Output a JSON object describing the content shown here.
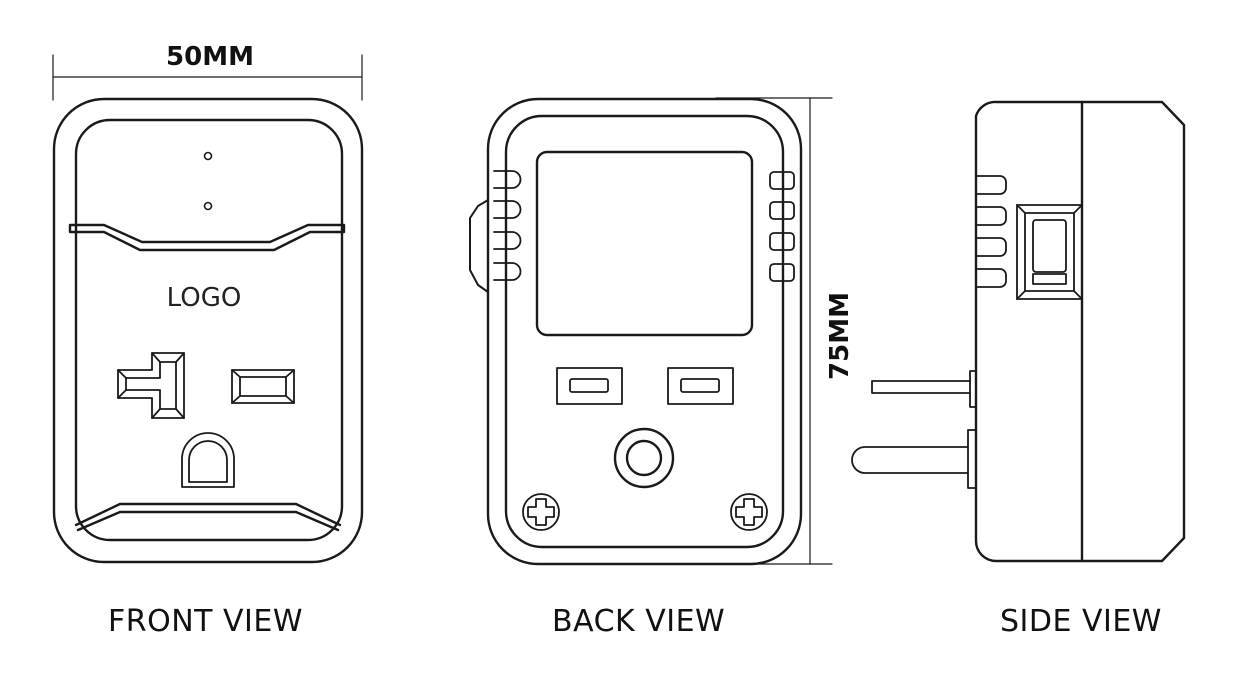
{
  "dimensions": {
    "width": "50MM",
    "height": "75MM"
  },
  "front": {
    "logo": "LOGO",
    "caption": "FRONT VIEW"
  },
  "back": {
    "caption": "BACK VIEW"
  },
  "side": {
    "caption": "SIDE VIEW"
  },
  "colors": {
    "stroke": "#1a1a1a",
    "background": "#ffffff"
  }
}
